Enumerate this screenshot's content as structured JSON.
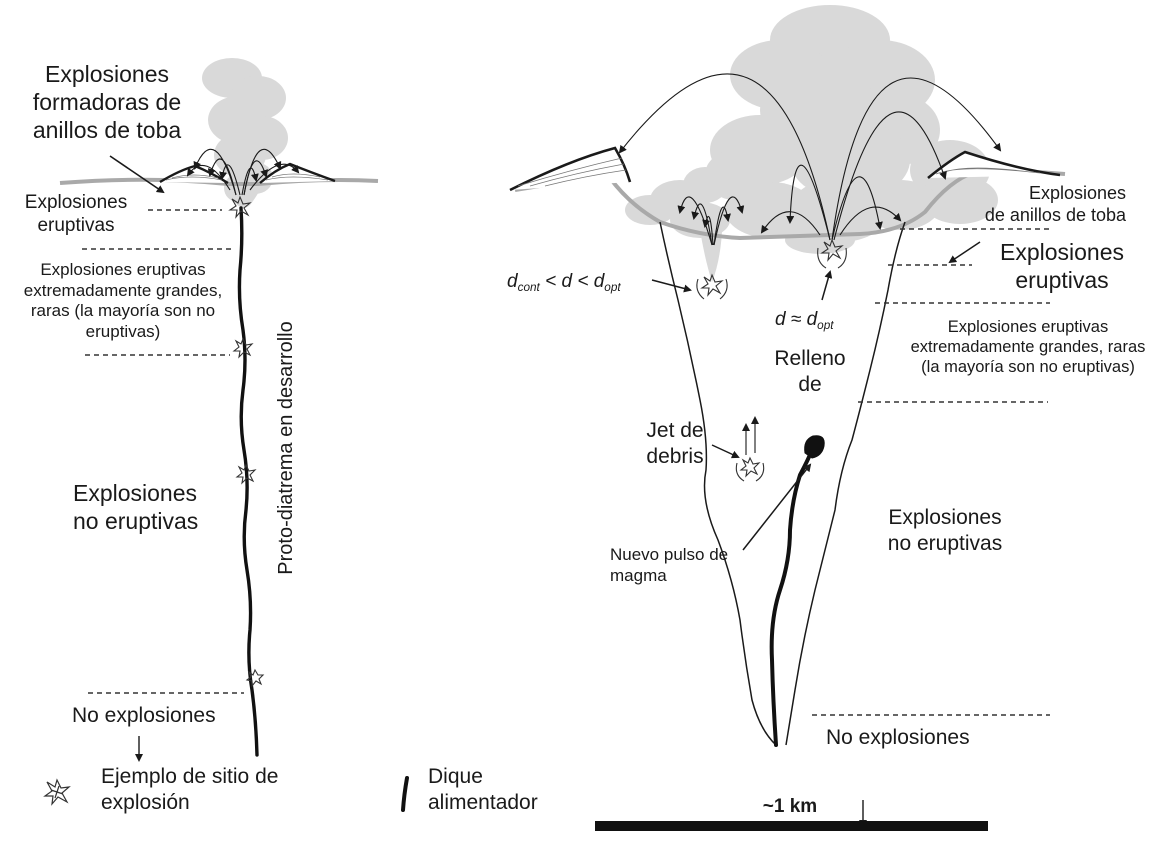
{
  "left_panel": {
    "label_tuff_ring": [
      "Explosiones",
      "formadoras de",
      "anillos de toba"
    ],
    "label_eruptive": [
      "Explosiones",
      "eruptivas"
    ],
    "label_large": [
      "Explosiones eruptivas",
      "extremadamente grandes,",
      "raras (la mayoría son no",
      "eruptivas)"
    ],
    "label_non_eruptive": [
      "Explosiones",
      "no eruptivas"
    ],
    "label_no_explosions": "No explosiones",
    "label_vertical": "Proto-diatrema en desarrollo"
  },
  "right_panel": {
    "label_tuff_ring": [
      "Explosiones",
      "de anillos de toba"
    ],
    "label_eruptive": [
      "Explosiones",
      "eruptivas"
    ],
    "label_large": [
      "Explosiones eruptivas",
      "extremadamente grandes, raras",
      "(la mayoría son no eruptivas)"
    ],
    "label_depth_range": {
      "d1": "d",
      "d1_sub": "cont",
      "mid": "< d <",
      "d2": "d",
      "d2_sub": "opt"
    },
    "label_depth_opt": {
      "d": "d",
      "approx": "≈",
      "d2": "d",
      "d2_sub": "opt"
    },
    "label_fill": [
      "Relleno",
      "de"
    ],
    "label_jet": [
      "Jet de",
      "debris"
    ],
    "label_new_pulse": [
      "Nuevo pulso de",
      "magma"
    ],
    "label_non_eruptive": [
      "Explosiones",
      "no eruptivas"
    ],
    "label_no_explosions": "No explosiones"
  },
  "legend": {
    "explosion_site": [
      "Ejemplo de sitio de",
      "explosión"
    ],
    "feeder_dike": [
      "Dique",
      "alimentador"
    ],
    "scale": "~1 km"
  },
  "colors": {
    "ink": "#1a1a1a",
    "plume": "#d9d9d9",
    "ground": "#a9a9a9",
    "dashes": "#333333"
  }
}
